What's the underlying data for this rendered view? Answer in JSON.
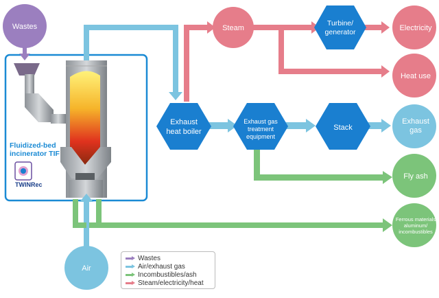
{
  "colors": {
    "wastes": "#9b7fbf",
    "air_exhaust": "#7cc4e0",
    "incombustibles_ash": "#7cc47a",
    "steam_electricity_heat": "#e67d8a",
    "process": "#1a7fd0",
    "frame": "#1a8ad4"
  },
  "nodes": {
    "wastes": "Wastes",
    "air": "Air",
    "steam": "Steam",
    "turbine_line1": "Turbine/",
    "turbine_line2": "generator",
    "electricity": "Electricity",
    "heat_use": "Heat use",
    "boiler_line1": "Exhaust",
    "boiler_line2": "heat boiler",
    "treatment_line1": "Exhaust gas",
    "treatment_line2": "treatment",
    "treatment_line3": "equipment",
    "stack": "Stack",
    "exhaust_gas_line1": "Exhaust",
    "exhaust_gas_line2": "gas",
    "fly_ash": "Fly ash",
    "ferrous_line1": "Ferrous materials",
    "ferrous_line2": "aluminum/",
    "ferrous_line3": "incombustibles"
  },
  "incinerator": {
    "label_line1": "Fluidized-bed",
    "label_line2": "incinerator TIF",
    "logo_text": "TWINRec"
  },
  "legend": [
    {
      "label": "Wastes",
      "color": "#9b7fbf"
    },
    {
      "label": "Air/exhaust gas",
      "color": "#7cc4e0"
    },
    {
      "label": "Incombustibles/ash",
      "color": "#7cc47a"
    },
    {
      "label": "Steam/electricity/heat",
      "color": "#e67d8a"
    }
  ]
}
